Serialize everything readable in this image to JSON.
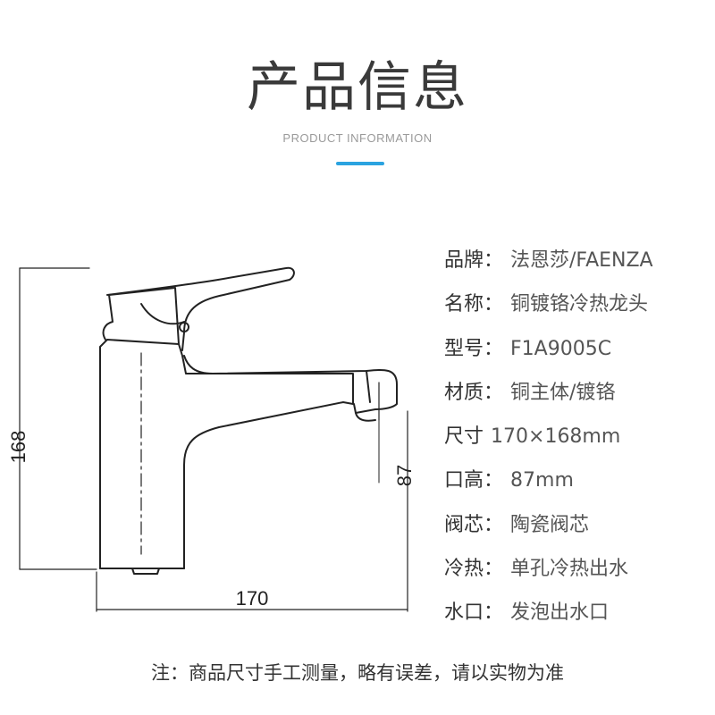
{
  "header": {
    "title": "产品信息",
    "subtitle": "PRODUCT INFORMATION",
    "accent_color": "#2ba3e0"
  },
  "drawing": {
    "height_label": "168",
    "width_label": "170",
    "spout_height_label": "87",
    "line_color": "#222222"
  },
  "specs": [
    {
      "label": "品牌：",
      "value": "法恩莎/FAENZA"
    },
    {
      "label": "名称：",
      "value": "铜镀铬冷热龙头"
    },
    {
      "label": "型号：",
      "value": "F1A9005C"
    },
    {
      "label": "材质：",
      "value": "铜主体/镀铬"
    },
    {
      "label": "尺寸",
      "value": "170×168mm"
    },
    {
      "label": "口高：",
      "value": "87mm"
    },
    {
      "label": "阀芯：",
      "value": "陶瓷阀芯"
    },
    {
      "label": "冷热：",
      "value": "单孔冷热出水"
    },
    {
      "label": "水口：",
      "value": "发泡出水口"
    }
  ],
  "note": "注：商品尺寸手工测量，略有误差，请以实物为准"
}
